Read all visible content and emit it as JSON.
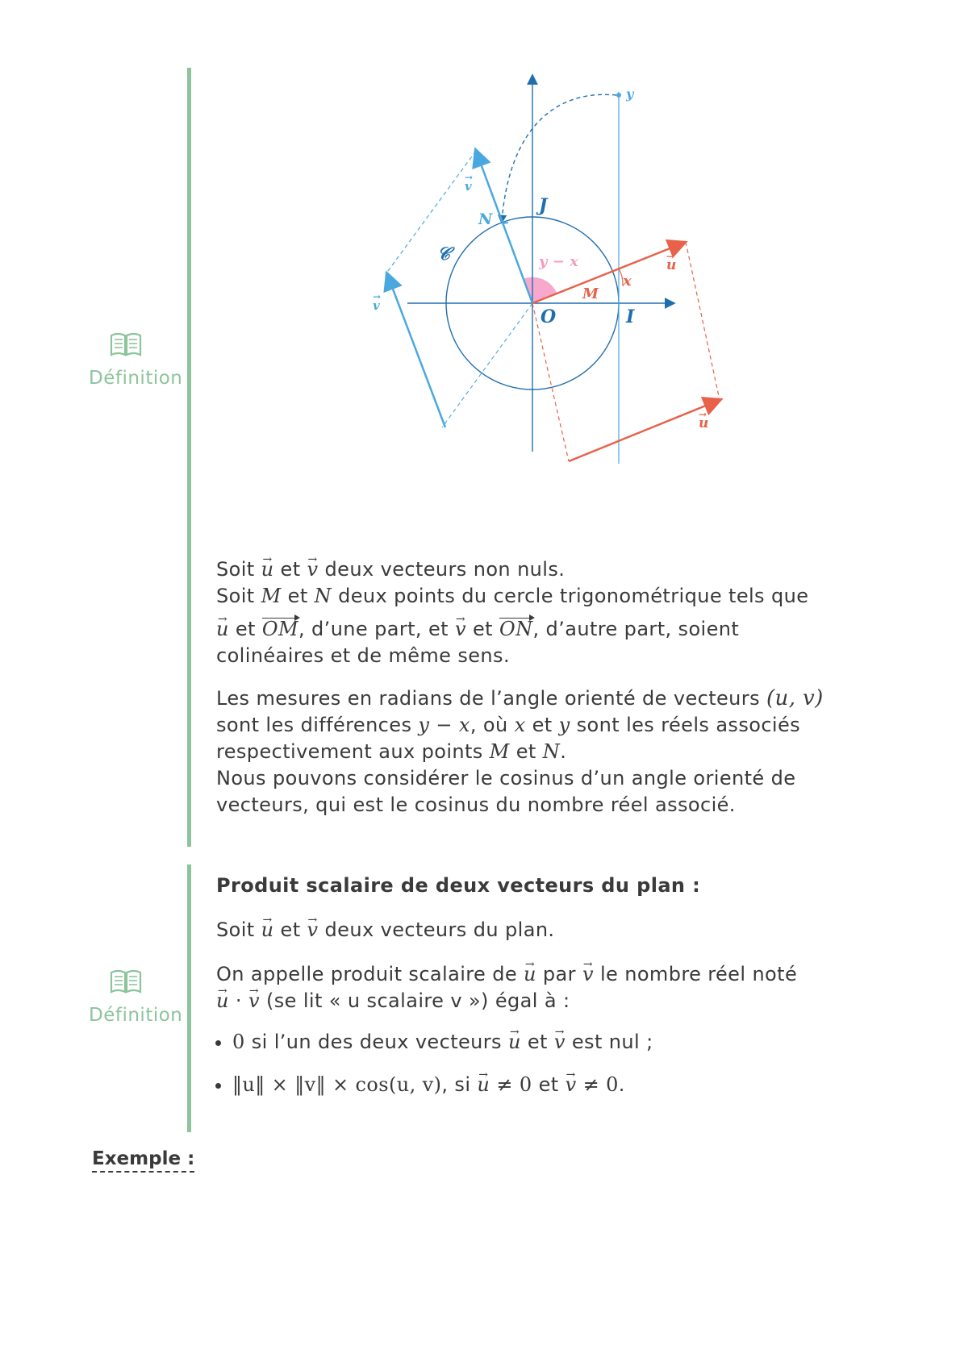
{
  "definition1": {
    "label": "Définition",
    "figure_labels": {
      "y": "y",
      "v_top": "v",
      "N": "N",
      "J": "J",
      "C": "𝒞",
      "y_minus_x": "y − x",
      "u_top": "u",
      "M": "M",
      "x": "x",
      "v_left": "v",
      "O": "O",
      "I": "I",
      "u_bottom": "u"
    },
    "p1_a": "Soit",
    "u": "u",
    "v": "v",
    "et": "et",
    "p1_b": "deux vecteurs non nuls.",
    "p2_a": "Soit",
    "M": "M",
    "N": "N",
    "p2_b": "deux points du cercle trigonométrique tels que",
    "OM": "OM",
    "ON": "ON",
    "p3_a": ", d’une part, et",
    "p3_b": ", d’autre part, soient",
    "p3_c": "colinéaires et de même sens.",
    "p4_a": "Les mesures en radians de l’angle orienté de vecteurs",
    "angle_uv": "(u, v)",
    "p4_b": "sont les différences",
    "y_minus_x": "y − x",
    "p4_c": ", où",
    "x": "x",
    "y": "y",
    "p4_d": "sont les réels associés",
    "p4_e": "respectivement aux points",
    "p4_f": ".",
    "p5": "Nous pouvons considérer le cosinus d’un angle orienté de vecteurs, qui est le cosinus du nombre réel associé."
  },
  "definition2": {
    "label": "Définition",
    "title": "Produit scalaire de deux vecteurs du plan :",
    "p1_a": "Soit",
    "p1_b": "deux vecteurs du plan.",
    "p2_a": "On appelle produit scalaire de",
    "p2_b": "par",
    "p2_c": "le nombre réel noté",
    "p2_dot": "·",
    "p2_d": "(se lit « u scalaire v ») égal à :",
    "b1_zero": "0",
    "b1_text": "si l’un des deux vecteurs",
    "b1_end": "est nul ;",
    "b2_formula": "‖u‖ × ‖v‖ × cos(u, v)",
    "b2_text": ", si",
    "b2_neq": "≠ 0",
    "b2_end": "."
  },
  "exemple": "Exemple :",
  "colors": {
    "accent": "#8ec49b",
    "blue": "#1f6fb0",
    "light_blue": "#4aa8e0",
    "red": "#e8624a",
    "pink": "#f29cc0"
  }
}
